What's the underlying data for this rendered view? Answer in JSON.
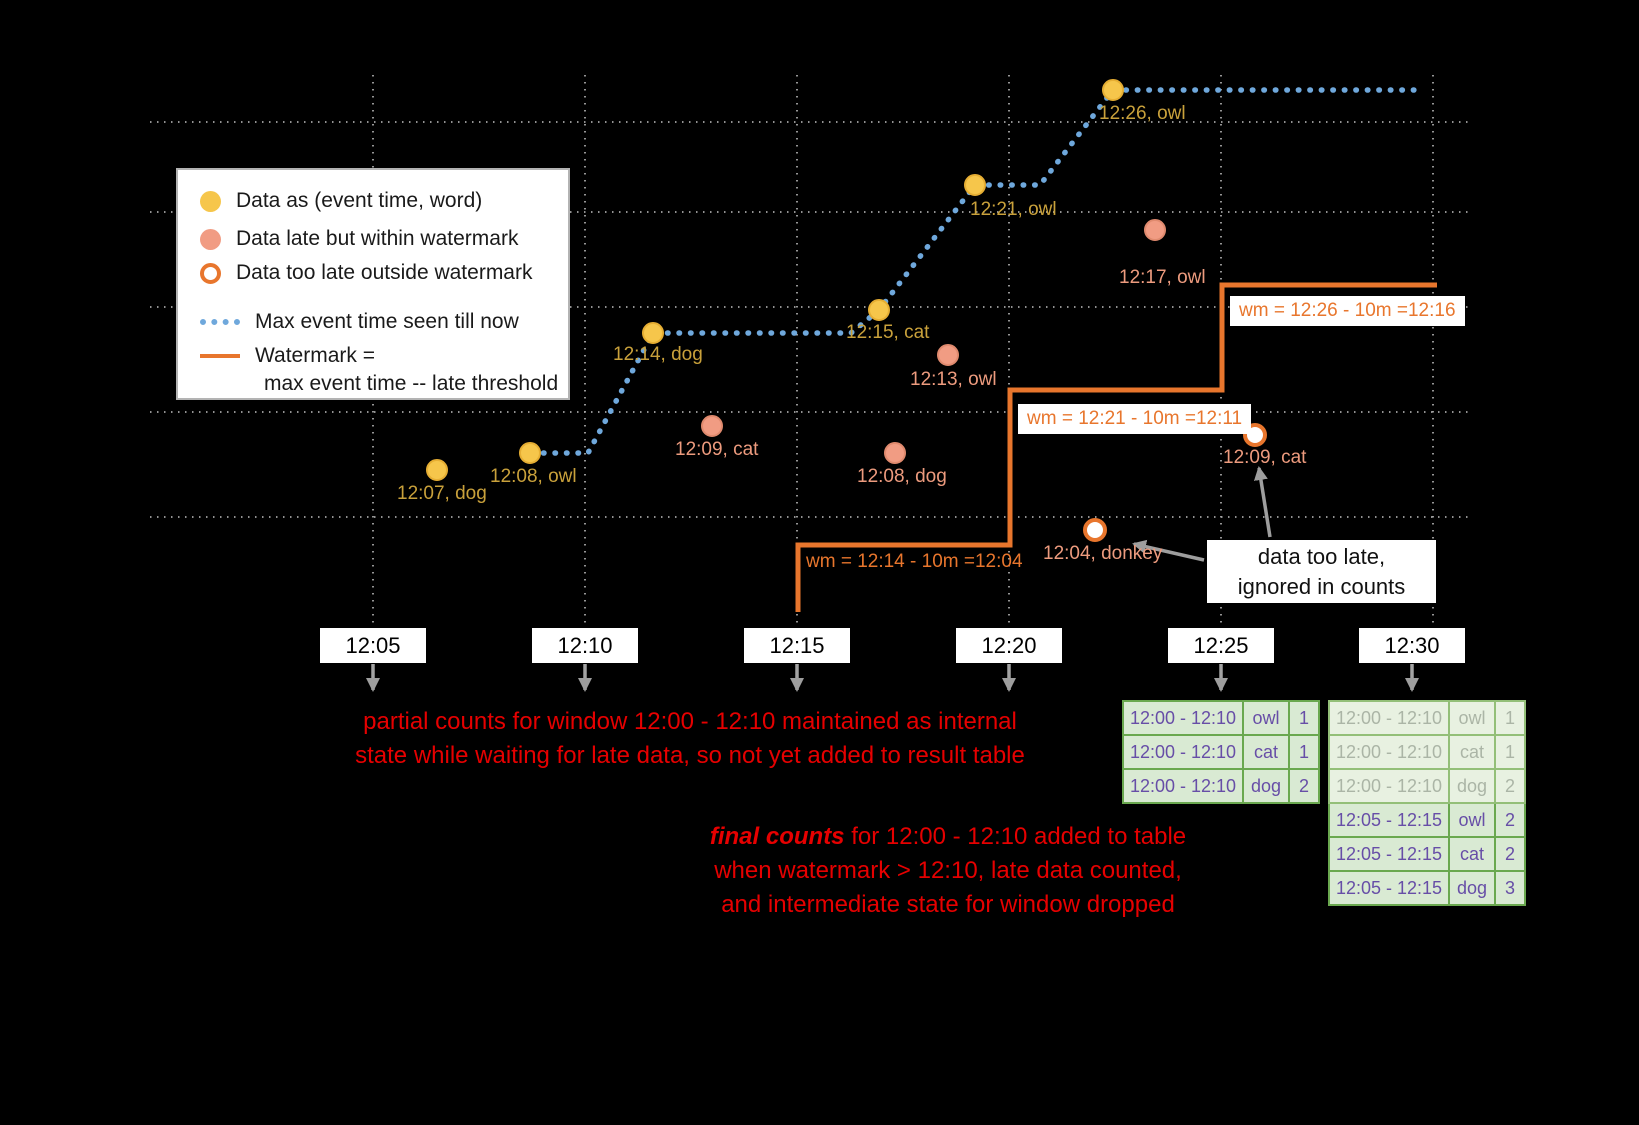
{
  "legend": {
    "item_data": "Data as (event time, word)",
    "item_late": "Data late but within watermark",
    "item_too_late": "Data too late outside watermark",
    "item_max_event": "Max event time seen till now",
    "item_watermark_1": "Watermark =",
    "item_watermark_2": "max event time -- late threshold"
  },
  "points": {
    "on_time": [
      {
        "label": "12:07, dog"
      },
      {
        "label": "12:08, owl"
      },
      {
        "label": "12:14, dog"
      },
      {
        "label": "12:15, cat"
      },
      {
        "label": "12:21, owl"
      },
      {
        "label": "12:26, owl"
      }
    ],
    "late": [
      {
        "label": "12:09, cat"
      },
      {
        "label": "12:08, dog"
      },
      {
        "label": "12:13, owl"
      },
      {
        "label": "12:17, owl"
      }
    ],
    "too_late": [
      {
        "label": "12:04, donkey"
      },
      {
        "label": "12:09, cat"
      }
    ]
  },
  "watermarks": [
    {
      "label": "wm = 12:14 - 10m =12:04"
    },
    {
      "label": "wm = 12:21 - 10m =12:11"
    },
    {
      "label": "wm = 12:26 - 10m =12:16"
    }
  ],
  "axis": {
    "ticks": [
      "12:05",
      "12:10",
      "12:15",
      "12:20",
      "12:25",
      "12:30"
    ]
  },
  "annotations": {
    "partial_l1": "partial counts for window 12:00 - 12:10 maintained as internal",
    "partial_l2": "state while waiting for late data, so not yet added  to result table",
    "final_emph": "final counts",
    "final_l1_rest": " for 12:00 - 12:10 added to table",
    "final_l2": "when watermark > 12:10, late data counted,",
    "final_l3": "and intermediate state for window dropped",
    "too_late_l1": "data too late,",
    "too_late_l2": "ignored in counts"
  },
  "result_tables": {
    "at_1225": {
      "rows": [
        {
          "window": "12:00 - 12:10",
          "word": "owl",
          "count": "1"
        },
        {
          "window": "12:00 - 12:10",
          "word": "cat",
          "count": "1"
        },
        {
          "window": "12:00 - 12:10",
          "word": "dog",
          "count": "2"
        }
      ]
    },
    "at_1230": {
      "rows": [
        {
          "window": "12:00 - 12:10",
          "word": "owl",
          "count": "1",
          "faded": true
        },
        {
          "window": "12:00 - 12:10",
          "word": "cat",
          "count": "1",
          "faded": true
        },
        {
          "window": "12:00 - 12:10",
          "word": "dog",
          "count": "2",
          "faded": true
        },
        {
          "window": "12:05 - 12:15",
          "word": "owl",
          "count": "2",
          "faded": false
        },
        {
          "window": "12:05 - 12:15",
          "word": "cat",
          "count": "2",
          "faded": false
        },
        {
          "window": "12:05 - 12:15",
          "word": "dog",
          "count": "3",
          "faded": false
        }
      ]
    }
  },
  "colors": {
    "on_time_point": "#F6C64B",
    "late_point": "#F19C83",
    "too_late_ring": "#E8762D",
    "max_event_line": "#6FA8DC",
    "watermark_line": "#E8762D",
    "annotation_red": "#E60000",
    "table_text": "#674EA7",
    "table_border": "#6AA84F",
    "table_bg": "#D9EAD3",
    "background": "#000000"
  }
}
